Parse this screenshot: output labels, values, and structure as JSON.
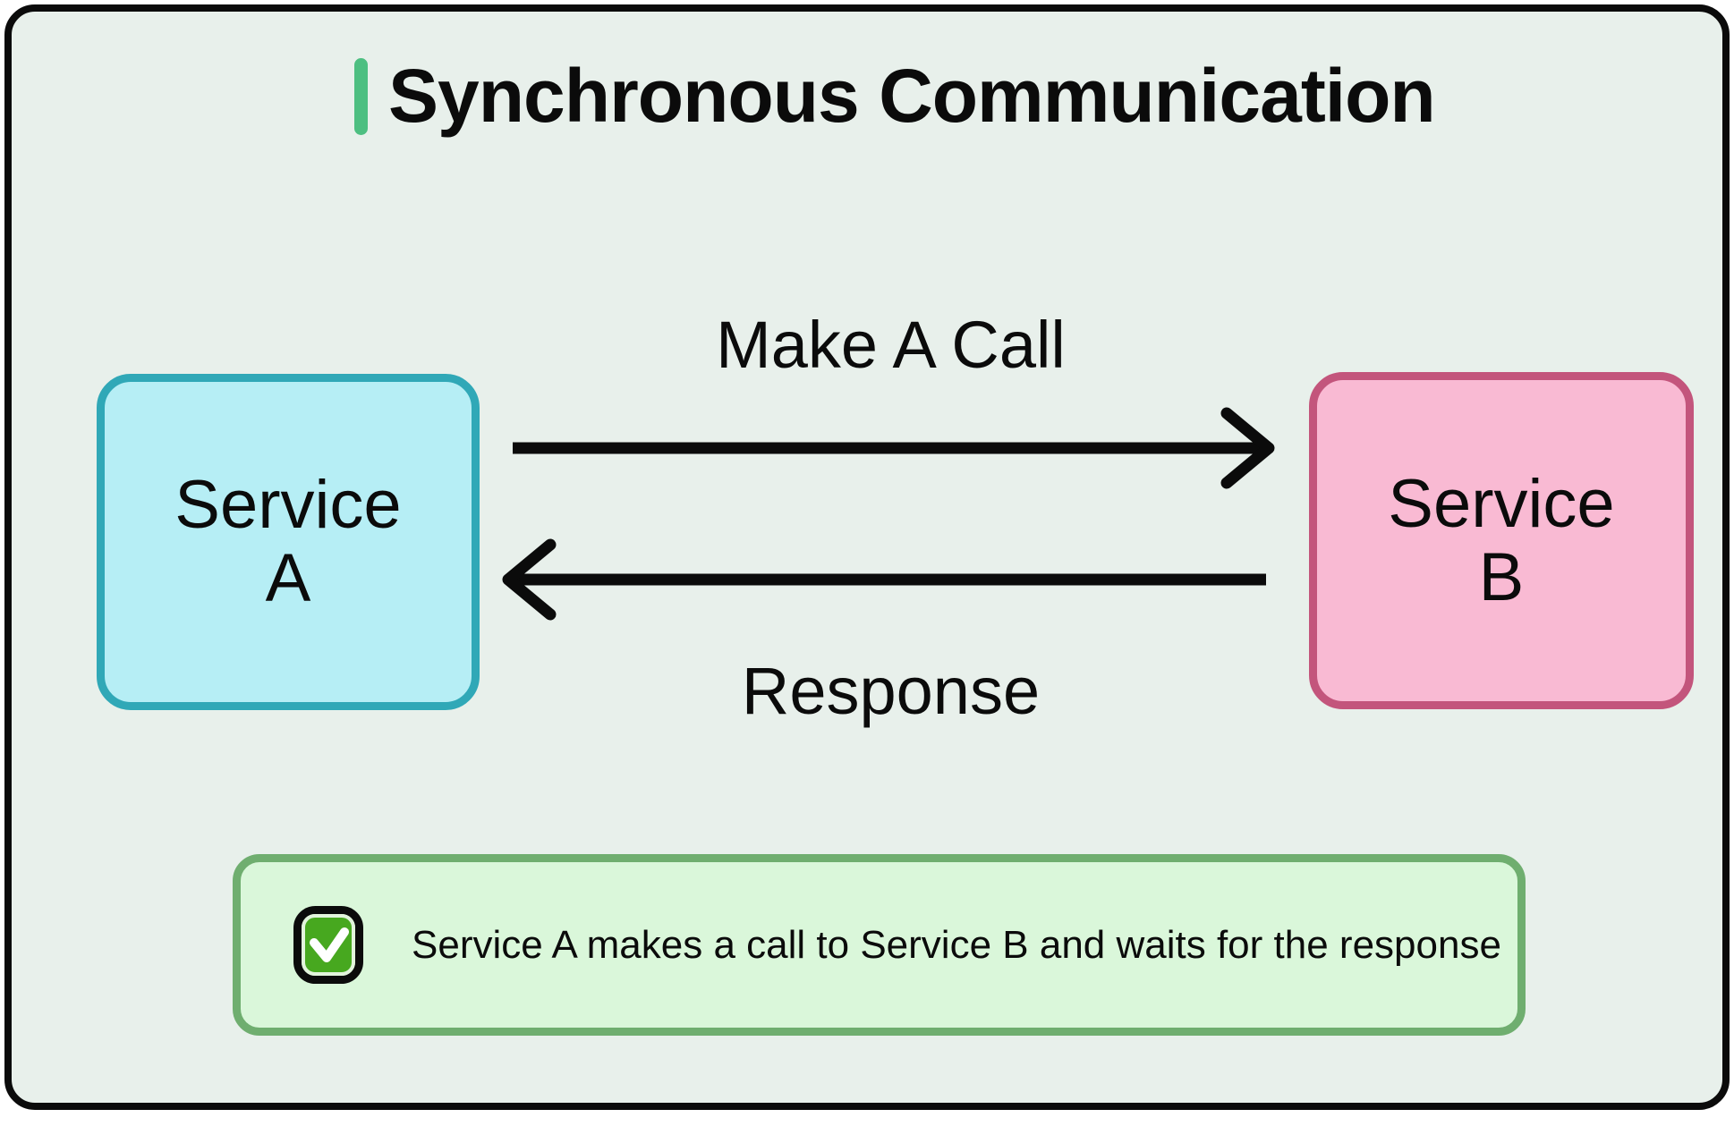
{
  "title": {
    "text": "Synchronous Communication",
    "accent_color": "#4dbf81"
  },
  "canvas": {
    "background": "#e8f0eb",
    "border_color": "#0b0b0b",
    "arrow_color": "#0b0b0b"
  },
  "nodes": {
    "service_a": {
      "lines": [
        "Service",
        "A"
      ],
      "fill": "#b6eef5",
      "border_color": "#30a8b7"
    },
    "service_b": {
      "lines": [
        "Service",
        "B"
      ],
      "fill": "#f9bad3",
      "border_color": "#c3557c"
    }
  },
  "flows": {
    "call": {
      "label": "Make A Call",
      "direction": "service_a-to-service_b"
    },
    "response": {
      "label": "Response",
      "direction": "service_b-to-service_a"
    }
  },
  "note": {
    "icon": "check-icon",
    "icon_color": "#47a81f",
    "fill": "#daf7da",
    "border_color": "#6fae6f",
    "text": "Service A makes a call to Service B and waits for the response"
  }
}
